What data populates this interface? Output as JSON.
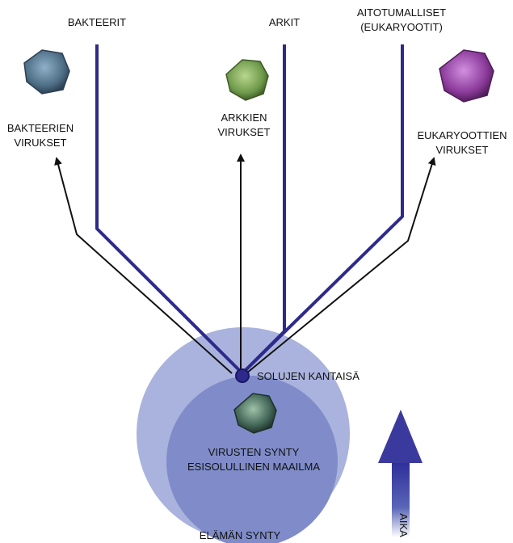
{
  "labels": {
    "bacteria": "BAKTEERIT",
    "archaea": "ARKIT",
    "eukaryotes_line1": "AITOTUMALLISET",
    "eukaryotes_line2": "(EUKARYOOTIT)",
    "bacterial_viruses_line1": "BAKTEERIEN",
    "bacterial_viruses_line2": "VIRUKSET",
    "archaeal_viruses_line1": "ARKKIEN",
    "archaeal_viruses_line2": "VIRUKSET",
    "eukaryotic_viruses_line1": "EUKARYOOTTIEN",
    "eukaryotic_viruses_line2": "VIRUKSET",
    "common_ancestor": "SOLUJEN KANTAISÄ",
    "virus_origin_line1": "VIRUSTEN SYNTY",
    "virus_origin_line2": "ESISOLULLINEN MAAILMA",
    "origin_of_life": "ELÄMÄN SYNTY",
    "time": "AIKA"
  },
  "colors": {
    "lineage": "#2e2a8c",
    "virus_arrow": "#111111",
    "outer_circle": "#aab3dd",
    "inner_circle": "#7f8cc9",
    "time_arrow": "#3a3a9e",
    "bacterial_virus": "#4e6e86",
    "archaeal_virus": "#6f9a4a",
    "eukaryotic_virus": "#8b3a9a",
    "origin_virus": "#3f6355"
  },
  "icons": [
    "virus-particle-icon",
    "time-arrow-icon"
  ]
}
